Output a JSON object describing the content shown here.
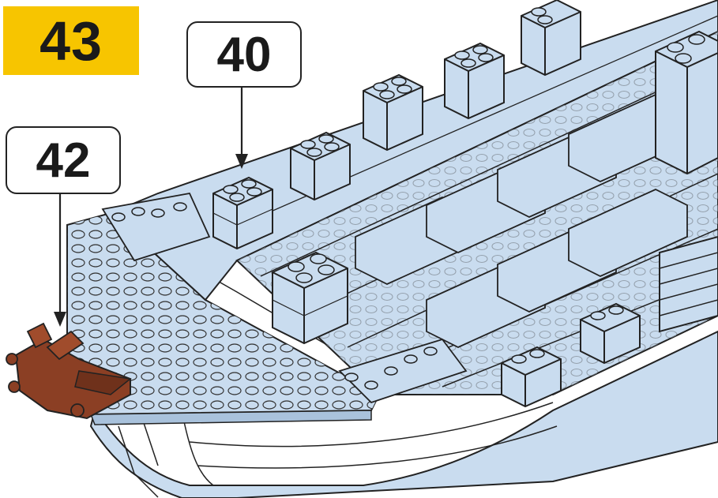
{
  "step": {
    "number": "43"
  },
  "callouts": [
    {
      "label": "40"
    },
    {
      "label": "42"
    }
  ],
  "colors": {
    "step_badge": "#f7c500",
    "brick_blue": "#c9dcef",
    "brick_blue_dark": "#a9c2dc",
    "brick_brown": "#8b3f24",
    "outline": "#222222"
  },
  "icons": [
    "light-blue-hull",
    "reddish-brown-figurehead-part"
  ]
}
